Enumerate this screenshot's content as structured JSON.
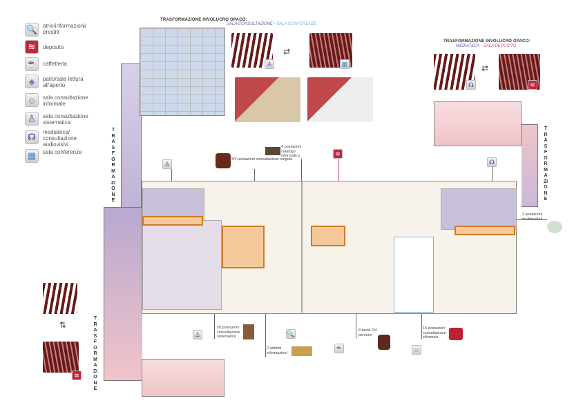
{
  "legend": [
    {
      "icon": "magnifier-icon",
      "glyph": "🔍",
      "color": "#2e8b3a",
      "label": "atrio/informazioni/ prestiti"
    },
    {
      "icon": "stack-icon",
      "glyph": "≋",
      "color": "#c0283a",
      "label": "deposito"
    },
    {
      "icon": "coffee-cup-icon",
      "glyph": "☕",
      "color": "#4a88c8",
      "label": "caffetteria"
    },
    {
      "icon": "tree-icon",
      "glyph": "♣",
      "color": "#8a6bb0",
      "label": "patio/sala lettura all'aperto"
    },
    {
      "icon": "reader-icon",
      "glyph": "☺",
      "color": "#8a6bb0",
      "label": "sala consultazione informale"
    },
    {
      "icon": "desk-worker-icon",
      "glyph": "♙",
      "color": "#5a3aa0",
      "label": "sala consultazione sistematica"
    },
    {
      "icon": "headphones-icon",
      "glyph": "☊",
      "color": "#4a2a8a",
      "label": "mediateca/ consultazione audiovisivi"
    },
    {
      "icon": "audience-icon",
      "glyph": "▦",
      "color": "#4a88c8",
      "label": "sala conferenze"
    }
  ],
  "top_transform": {
    "title": "TRASFORMAZIONE INVOLUCRO OPACO:",
    "from": "SALA CONSULTAZIONE",
    "sep": " - ",
    "to": "SALA CONFERENZE",
    "from_color": "#6a5aa8",
    "to_color": "#7ab0d8"
  },
  "right_transform": {
    "title": "TRASFORMAZIONE INVOLUCRO OPACO:",
    "from": "MEDIATECA",
    "sep": " - ",
    "to": "SALA DEPOSITO",
    "from_color": "#6a5aa8",
    "to_color": "#d0506a"
  },
  "vertical_label": "TRASFORMAZIONE",
  "notes": {
    "n1": "3/4 postazioni consultazione singola",
    "n2": "4 postazioni catalogo informatico",
    "n3": "3 postazioni multimediali",
    "n4": "20 postazioni consultazione sistematica",
    "n5": "2 addetti informazioni",
    "n6": "8 tavoli 2/4 persone",
    "n7": "15 postazioni consultazione informale"
  },
  "colors": {
    "lavender": "#c9c0dc",
    "pink": "#f0c4c8",
    "blue": "#cdd9ea",
    "orange": "#f5c89a",
    "cream": "#f8f3ea"
  }
}
